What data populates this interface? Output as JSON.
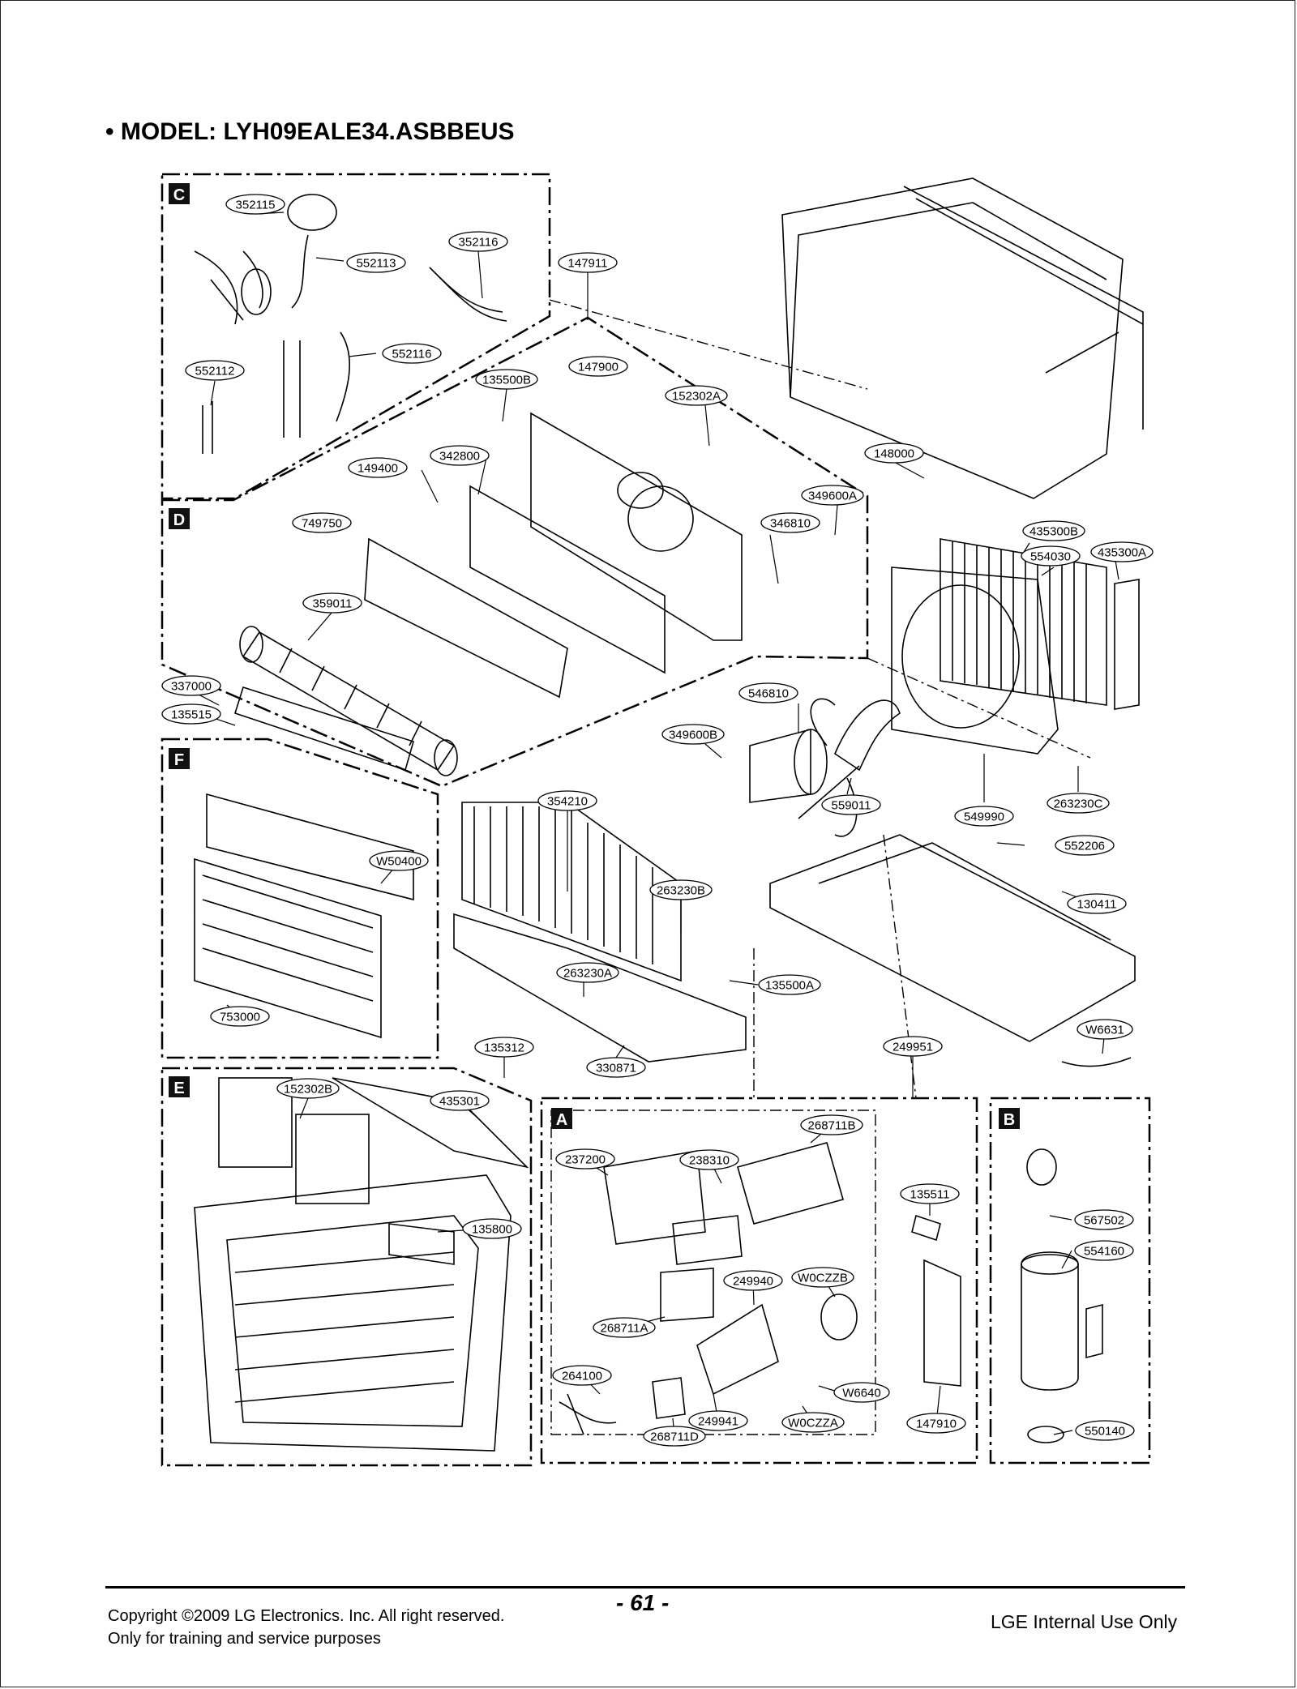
{
  "header": {
    "model_title": "• MODEL: LYH09EALE34.ASBBEUS"
  },
  "sections": [
    {
      "letter": "C"
    },
    {
      "letter": "D"
    },
    {
      "letter": "F"
    },
    {
      "letter": "E"
    },
    {
      "letter": "A"
    },
    {
      "letter": "B"
    }
  ],
  "parts": [
    {
      "label": "352115"
    },
    {
      "label": "552113"
    },
    {
      "label": "352116"
    },
    {
      "label": "552116"
    },
    {
      "label": "552112"
    },
    {
      "label": "147911"
    },
    {
      "label": "135500B"
    },
    {
      "label": "147900"
    },
    {
      "label": "152302A"
    },
    {
      "label": "342800"
    },
    {
      "label": "149400"
    },
    {
      "label": "148000"
    },
    {
      "label": "349600A"
    },
    {
      "label": "749750"
    },
    {
      "label": "346810"
    },
    {
      "label": "435300B"
    },
    {
      "label": "554030"
    },
    {
      "label": "435300A"
    },
    {
      "label": "359011"
    },
    {
      "label": "337000"
    },
    {
      "label": "135515"
    },
    {
      "label": "546810"
    },
    {
      "label": "349600B"
    },
    {
      "label": "559011"
    },
    {
      "label": "549990"
    },
    {
      "label": "263230C"
    },
    {
      "label": "354210"
    },
    {
      "label": "552206"
    },
    {
      "label": "W50400"
    },
    {
      "label": "263230B"
    },
    {
      "label": "130411"
    },
    {
      "label": "263230A"
    },
    {
      "label": "135500A"
    },
    {
      "label": "753000"
    },
    {
      "label": "135312"
    },
    {
      "label": "330871"
    },
    {
      "label": "249951"
    },
    {
      "label": "W6631"
    },
    {
      "label": "152302B"
    },
    {
      "label": "435301"
    },
    {
      "label": "268711B"
    },
    {
      "label": "237200"
    },
    {
      "label": "238310"
    },
    {
      "label": "135511"
    },
    {
      "label": "567502"
    },
    {
      "label": "135800"
    },
    {
      "label": "554160"
    },
    {
      "label": "249940"
    },
    {
      "label": "W0CZZB"
    },
    {
      "label": "268711A"
    },
    {
      "label": "264100"
    },
    {
      "label": "W6640"
    },
    {
      "label": "249941"
    },
    {
      "label": "W0CZZA"
    },
    {
      "label": "268711D"
    },
    {
      "label": "147910"
    },
    {
      "label": "550140"
    }
  ],
  "footer": {
    "copyright_line1": "Copyright ©2009 LG Electronics. Inc. All right reserved.",
    "copyright_line2": "Only for training and service purposes",
    "page_number": "- 61 -",
    "internal_note": "LGE Internal Use Only"
  }
}
